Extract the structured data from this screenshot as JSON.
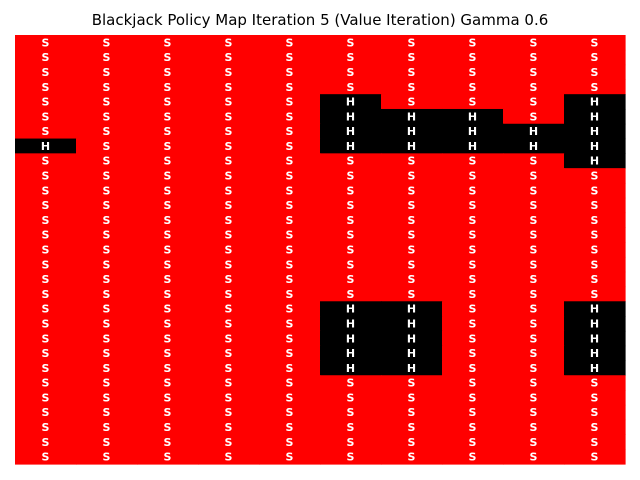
{
  "chart_data": {
    "type": "heatmap",
    "title": "Blackjack Policy Map Iteration 5 (Value Iteration) Gamma 0.6",
    "xlabel": "",
    "ylabel": "",
    "grid": false,
    "legend": "none",
    "n_cols": 10,
    "n_rows": 29,
    "colors": {
      "S": "#ff0000",
      "H": "#000000",
      "text": "#ffffff"
    },
    "rows": [
      [
        "S",
        "S",
        "S",
        "S",
        "S",
        "S",
        "S",
        "S",
        "S",
        "S"
      ],
      [
        "S",
        "S",
        "S",
        "S",
        "S",
        "S",
        "S",
        "S",
        "S",
        "S"
      ],
      [
        "S",
        "S",
        "S",
        "S",
        "S",
        "S",
        "S",
        "S",
        "S",
        "S"
      ],
      [
        "S",
        "S",
        "S",
        "S",
        "S",
        "S",
        "S",
        "S",
        "S",
        "S"
      ],
      [
        "S",
        "S",
        "S",
        "S",
        "S",
        "H",
        "S",
        "S",
        "S",
        "H"
      ],
      [
        "S",
        "S",
        "S",
        "S",
        "S",
        "H",
        "H",
        "H",
        "S",
        "H"
      ],
      [
        "S",
        "S",
        "S",
        "S",
        "S",
        "H",
        "H",
        "H",
        "H",
        "H"
      ],
      [
        "H",
        "S",
        "S",
        "S",
        "S",
        "H",
        "H",
        "H",
        "H",
        "H"
      ],
      [
        "S",
        "S",
        "S",
        "S",
        "S",
        "S",
        "S",
        "S",
        "S",
        "H"
      ],
      [
        "S",
        "S",
        "S",
        "S",
        "S",
        "S",
        "S",
        "S",
        "S",
        "S"
      ],
      [
        "S",
        "S",
        "S",
        "S",
        "S",
        "S",
        "S",
        "S",
        "S",
        "S"
      ],
      [
        "S",
        "S",
        "S",
        "S",
        "S",
        "S",
        "S",
        "S",
        "S",
        "S"
      ],
      [
        "S",
        "S",
        "S",
        "S",
        "S",
        "S",
        "S",
        "S",
        "S",
        "S"
      ],
      [
        "S",
        "S",
        "S",
        "S",
        "S",
        "S",
        "S",
        "S",
        "S",
        "S"
      ],
      [
        "S",
        "S",
        "S",
        "S",
        "S",
        "S",
        "S",
        "S",
        "S",
        "S"
      ],
      [
        "S",
        "S",
        "S",
        "S",
        "S",
        "S",
        "S",
        "S",
        "S",
        "S"
      ],
      [
        "S",
        "S",
        "S",
        "S",
        "S",
        "S",
        "S",
        "S",
        "S",
        "S"
      ],
      [
        "S",
        "S",
        "S",
        "S",
        "S",
        "S",
        "S",
        "S",
        "S",
        "S"
      ],
      [
        "S",
        "S",
        "S",
        "S",
        "S",
        "H",
        "H",
        "S",
        "S",
        "H"
      ],
      [
        "S",
        "S",
        "S",
        "S",
        "S",
        "H",
        "H",
        "S",
        "S",
        "H"
      ],
      [
        "S",
        "S",
        "S",
        "S",
        "S",
        "H",
        "H",
        "S",
        "S",
        "H"
      ],
      [
        "S",
        "S",
        "S",
        "S",
        "S",
        "H",
        "H",
        "S",
        "S",
        "H"
      ],
      [
        "S",
        "S",
        "S",
        "S",
        "S",
        "H",
        "H",
        "S",
        "S",
        "H"
      ],
      [
        "S",
        "S",
        "S",
        "S",
        "S",
        "S",
        "S",
        "S",
        "S",
        "S"
      ],
      [
        "S",
        "S",
        "S",
        "S",
        "S",
        "S",
        "S",
        "S",
        "S",
        "S"
      ],
      [
        "S",
        "S",
        "S",
        "S",
        "S",
        "S",
        "S",
        "S",
        "S",
        "S"
      ],
      [
        "S",
        "S",
        "S",
        "S",
        "S",
        "S",
        "S",
        "S",
        "S",
        "S"
      ],
      [
        "S",
        "S",
        "S",
        "S",
        "S",
        "S",
        "S",
        "S",
        "S",
        "S"
      ],
      [
        "S",
        "S",
        "S",
        "S",
        "S",
        "S",
        "S",
        "S",
        "S",
        "S"
      ]
    ]
  }
}
